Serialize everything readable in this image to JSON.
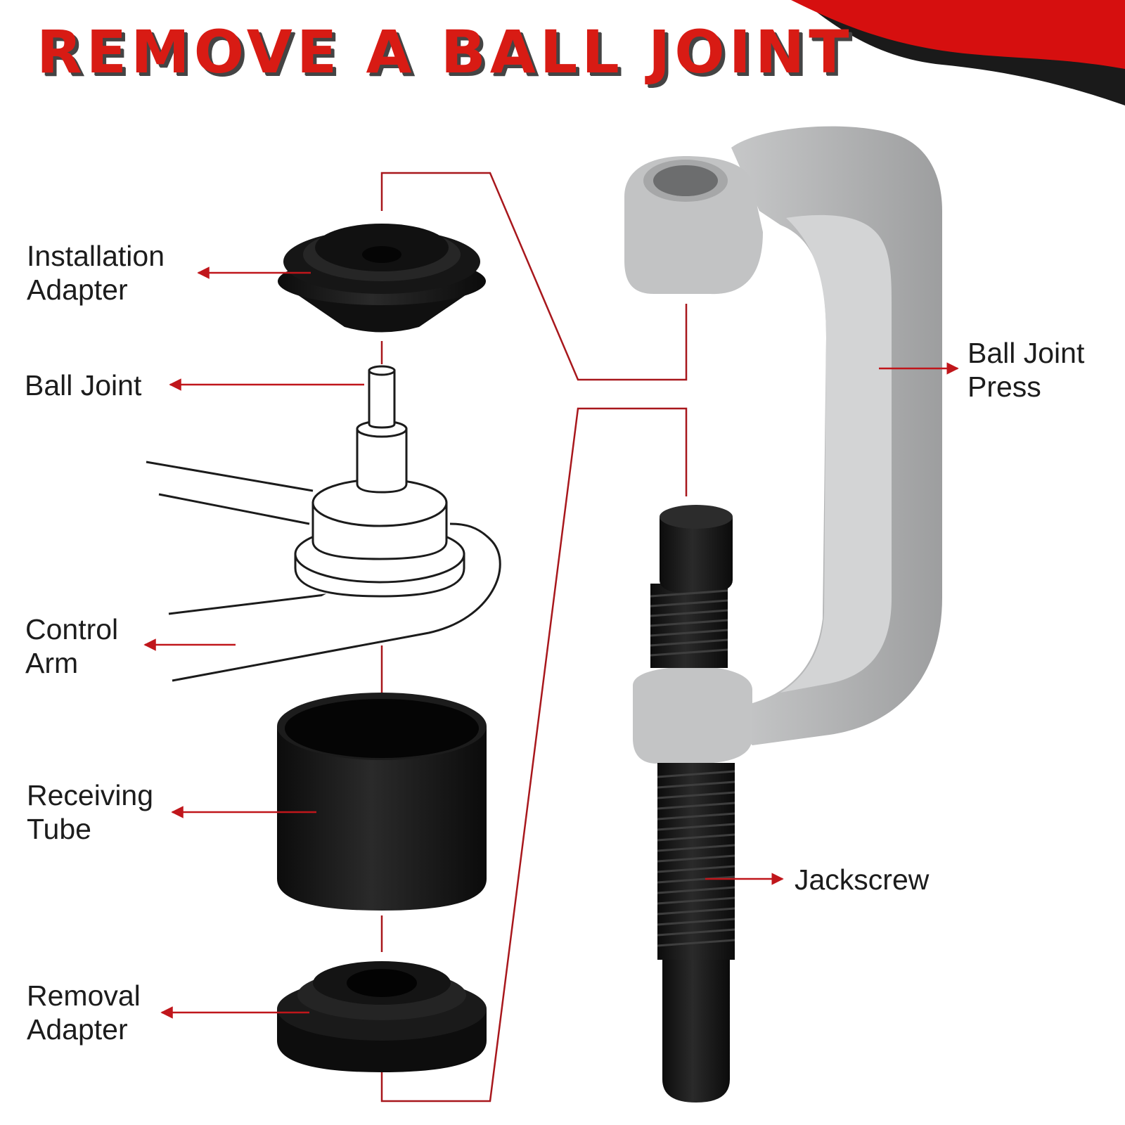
{
  "title": "REMOVE A BALL JOINT",
  "colors": {
    "accent": "#d81b14",
    "callout_line": "#c0161b",
    "part_black": "#151515",
    "press_gray": "#b9babb",
    "dark_wave": "#1a1a1a"
  },
  "labels": {
    "installation_adapter": {
      "line1": "Installation",
      "line2": "Adapter"
    },
    "ball_joint": {
      "line1": "Ball Joint"
    },
    "control_arm": {
      "line1": "Control",
      "line2": "Arm"
    },
    "receiving_tube": {
      "line1": "Receiving",
      "line2": "Tube"
    },
    "removal_adapter": {
      "line1": "Removal",
      "line2": "Adapter"
    },
    "ball_joint_press": {
      "line1": "Ball Joint",
      "line2": "Press"
    },
    "jackscrew": {
      "line1": "Jackscrew"
    }
  }
}
